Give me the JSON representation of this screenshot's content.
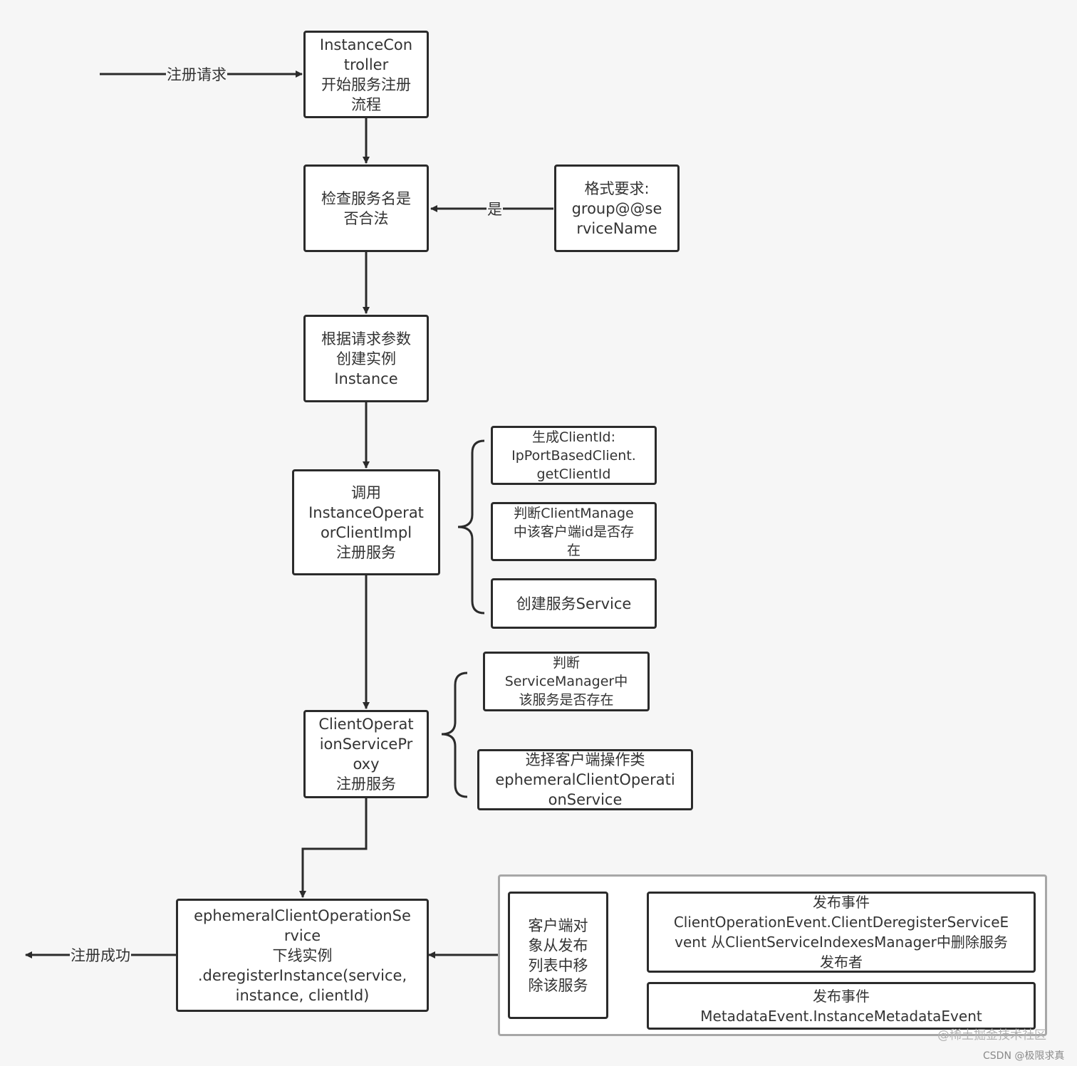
{
  "nodes": {
    "controller": "InstanceCon\ntroller\n开始服务注册\n流程",
    "check_name": "检查服务名是\n否合法",
    "format": "格式要求:\ngroup@@se\nrviceName",
    "create_instance": "根据请求参数\n创建实例\nInstance",
    "operator_impl": "调用\nInstanceOperat\norClientImpl\n注册服务",
    "gen_clientid": "生成ClientId:\nIpPortBasedClient.\ngetClientId",
    "check_client": "判断ClientManage\n中该客户端id是否存\n在",
    "create_service": "创建服务Service",
    "proxy": "ClientOperat\nionServicePr\noxy\n注册服务",
    "check_service": "判断\nServiceManager中\n该服务是否存在",
    "choose_op": "选择客户端操作类\nephemeralClientOperati\nonService",
    "ephemeral": "ephemeralClientOperationSe\nrvice\n下线实例\n.deregisterInstance(service,\ninstance, clientId)",
    "remove_client": "客户端对\n象从发布\n列表中移\n除该服务",
    "event_deregister": "发布事件\nClientOperationEvent.ClientDeregisterServiceE\nvent 从ClientServiceIndexesManager中删除服务\n发布者",
    "event_metadata": "发布事件\nMetadataEvent.InstanceMetadataEvent"
  },
  "edge_labels": {
    "register_request": "注册请求",
    "yes": "是",
    "register_success": "注册成功"
  },
  "watermarks": {
    "juejin": "@稀土掘金技术社区",
    "csdn": "CSDN @极限求真"
  },
  "colors": {
    "stroke": "#2b2b2b",
    "group_border": "#a7a7a7",
    "background": "#f6f6f6",
    "text": "#333333"
  }
}
